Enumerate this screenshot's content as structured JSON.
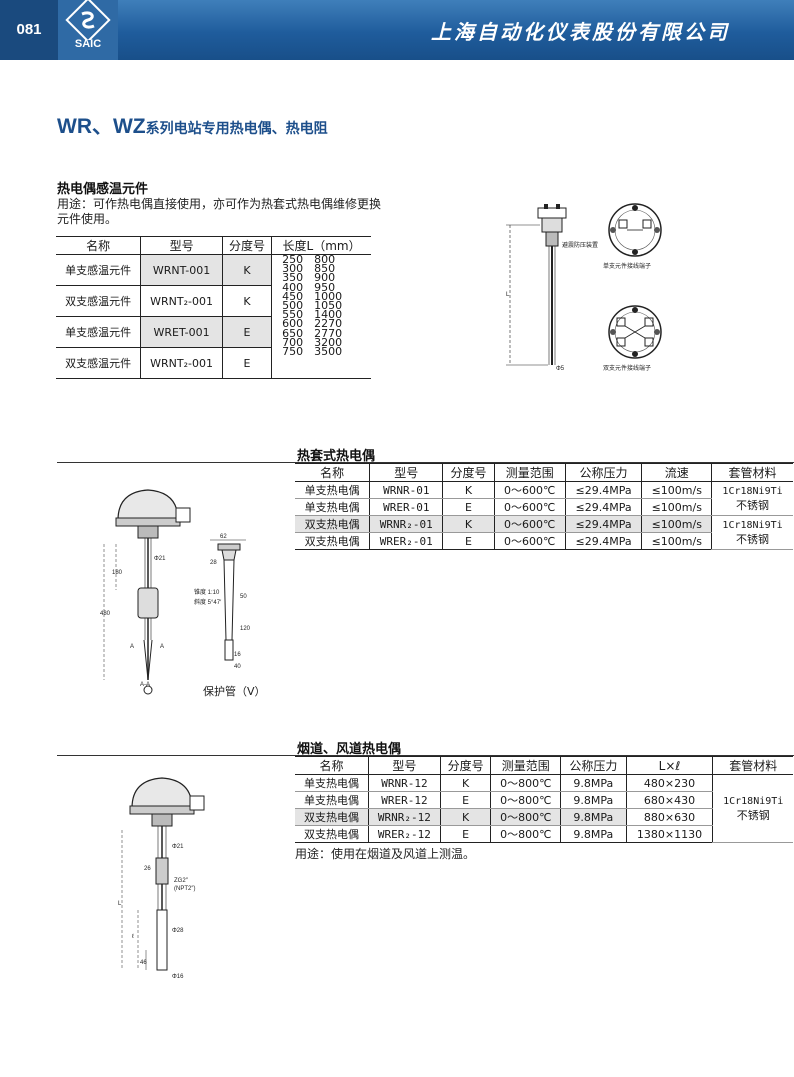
{
  "header": {
    "page_number": "081",
    "logo_text": "SAIC",
    "company": "上海自动化仪表股份有限公司"
  },
  "title": {
    "prefix": "WR、WZ",
    "suffix": "系列电站专用热电偶、热电阻"
  },
  "section1": {
    "heading": "热电偶感温元件",
    "usage_line1": "用途：可作热电偶直接使用，亦可作为热套式热电偶维修更换",
    "usage_line2": "元件使用。",
    "columns": [
      "名称",
      "型号",
      "分度号",
      "长度L（mm）"
    ],
    "rows": [
      {
        "name": "单支感温元件",
        "model": "WRNT-001",
        "grade": "K"
      },
      {
        "name": "双支感温元件",
        "model": "WRNT₂-001",
        "grade": "K"
      },
      {
        "name": "单支感温元件",
        "model": "WRET-001",
        "grade": "E"
      },
      {
        "name": "双支感温元件",
        "model": "WRNT₂-001",
        "grade": "E"
      }
    ],
    "lengths": [
      [
        "250",
        "800"
      ],
      [
        "300",
        "850"
      ],
      [
        "350",
        "900"
      ],
      [
        "400",
        "950"
      ],
      [
        "450",
        "1000"
      ],
      [
        "500",
        "1050"
      ],
      [
        "550",
        "1400"
      ],
      [
        "600",
        "2270"
      ],
      [
        "650",
        "2770"
      ],
      [
        "700",
        "3200"
      ],
      [
        "750",
        "3500"
      ]
    ],
    "drawing_labels": {
      "installation": "避震防压装置",
      "single_terminal": "单支元件接线端子",
      "double_terminal": "双支元件接线端子",
      "dim_length": "L",
      "dim_diameter": "Φ5"
    }
  },
  "section2": {
    "heading": "热套式热电偶",
    "columns": [
      "名称",
      "型号",
      "分度号",
      "测量范围",
      "公称压力",
      "流速",
      "套管材料"
    ],
    "rows": [
      {
        "name": "单支热电偶",
        "model": "WRNR-01",
        "grade": "K",
        "range": "0～600℃",
        "pressure": "≤29.4MPa",
        "speed": "≤100m/s"
      },
      {
        "name": "单支热电偶",
        "model": "WRER-01",
        "grade": "E",
        "range": "0～600℃",
        "pressure": "≤29.4MPa",
        "speed": "≤100m/s"
      },
      {
        "name": "双支热电偶",
        "model": "WRNR₂-01",
        "grade": "K",
        "range": "0～600℃",
        "pressure": "≤29.4MPa",
        "speed": "≤100m/s"
      },
      {
        "name": "双支热电偶",
        "model": "WRER₂-01",
        "grade": "E",
        "range": "0～600℃",
        "pressure": "≤29.4MPa",
        "speed": "≤100m/s"
      }
    ],
    "material_grade": "1Cr18Ni9Ti",
    "material_name": "不锈钢",
    "drawing_labels": {
      "protect_tube": "保护管（V）",
      "phi21": "Φ21",
      "d180": "180",
      "d480": "480",
      "section_a": "A",
      "section_aa": "A-A",
      "d62": "62",
      "d28": "28",
      "d50": "50",
      "d120": "120",
      "d16": "16",
      "d40": "40",
      "taper": "锥度 1:10",
      "slope": "斜度 5°47′"
    }
  },
  "section3": {
    "heading": "烟道、风道热电偶",
    "columns": [
      "名称",
      "型号",
      "分度号",
      "测量范围",
      "公称压力",
      "L×ℓ",
      "套管材料"
    ],
    "rows": [
      {
        "name": "单支热电偶",
        "model": "WRNR-12",
        "grade": "K",
        "range": "0～800℃",
        "pressure": "9.8MPa",
        "size": "480×230"
      },
      {
        "name": "单支热电偶",
        "model": "WRER-12",
        "grade": "E",
        "range": "0～800℃",
        "pressure": "9.8MPa",
        "size": "680×430"
      },
      {
        "name": "双支热电偶",
        "model": "WRNR₂-12",
        "grade": "K",
        "range": "0～800℃",
        "pressure": "9.8MPa",
        "size": "880×630"
      },
      {
        "name": "双支热电偶",
        "model": "WRER₂-12",
        "grade": "E",
        "range": "0～800℃",
        "pressure": "9.8MPa",
        "size": "1380×1130"
      }
    ],
    "material_grade": "1Cr18Ni9Ti",
    "material_name": "不锈钢",
    "usage": "用途：使用在烟道及风道上测温。",
    "drawing_labels": {
      "phi21": "Φ21",
      "d26": "26",
      "thread1": "ZG2″",
      "thread2": "(NPT2″)",
      "dim_l": "L",
      "dim_small_l": "ℓ",
      "phi28": "Φ28",
      "d46": "46",
      "phi16": "Φ16"
    }
  }
}
